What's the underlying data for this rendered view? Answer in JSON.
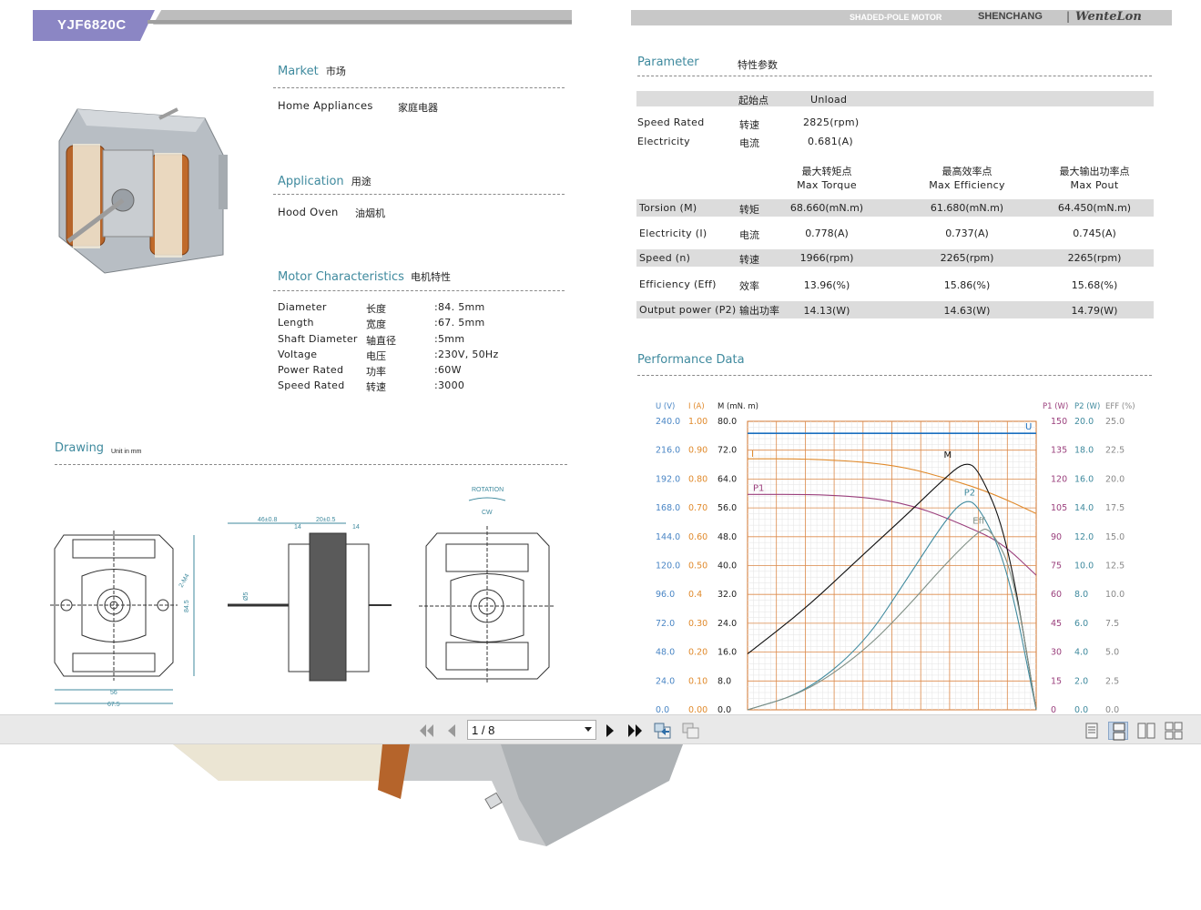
{
  "header": {
    "model": "YJF6820C",
    "brand_left": "SHADED-POLE MOTOR",
    "brand_main": "SHENCHANG",
    "brand_sep": "|",
    "brand_script": "WenteLon"
  },
  "market": {
    "title_en": "Market",
    "title_cn": "市场",
    "value_en": "Home Appliances",
    "value_cn": "家庭电器"
  },
  "application": {
    "title_en": "Application",
    "title_cn": "用途",
    "value_en": "Hood Oven",
    "value_cn": "油烟机"
  },
  "characteristics": {
    "title_en": "Motor Characteristics",
    "title_cn": "电机特性",
    "rows": [
      {
        "en": "Diameter",
        "cn": "长度",
        "val": ":84. 5mm"
      },
      {
        "en": "Length",
        "cn": "宽度",
        "val": ":67. 5mm"
      },
      {
        "en": "Shaft Diameter",
        "cn": "轴直径",
        "val": ":5mm"
      },
      {
        "en": "Voltage",
        "cn": "电压",
        "val": ":230V, 50Hz"
      },
      {
        "en": "Power Rated",
        "cn": "功率",
        "val": ":60W"
      },
      {
        "en": "Speed Rated",
        "cn": "转速",
        "val": ":3000"
      }
    ]
  },
  "drawing": {
    "title": "Drawing",
    "unit": "Unit in mm",
    "dims": {
      "d1": "46±0.8",
      "d2": "20±0.5",
      "d3": "14",
      "d4": "14",
      "d5": "56",
      "d6": "67.5",
      "d7": "84.5",
      "d8": "2-M4",
      "d9": "Ø5",
      "rotation": "ROTATION",
      "cw": "CW"
    }
  },
  "parameter": {
    "title_en": "Parameter",
    "title_cn": "特性参数",
    "start_cn": "起始点",
    "start_en": "Unload",
    "unload_rows": [
      {
        "en": "Speed Rated",
        "cn": "转速",
        "val": "2825(rpm)"
      },
      {
        "en": "Electricity",
        "cn": "电流",
        "val": "0.681(A)"
      }
    ],
    "columns": [
      {
        "cn": "最大转矩点",
        "en": "Max Torque"
      },
      {
        "cn": "最高效率点",
        "en": "Max Efficiency"
      },
      {
        "cn": "最大输出功率点",
        "en": "Max Pout"
      }
    ],
    "rows": [
      {
        "en": "Torsion (M)",
        "cn": "转矩",
        "v1": "68.660(mN.m)",
        "v2": "61.680(mN.m)",
        "v3": "64.450(mN.m)"
      },
      {
        "en": "Electricity (I)",
        "cn": "电流",
        "v1": "0.778(A)",
        "v2": "0.737(A)",
        "v3": "0.745(A)"
      },
      {
        "en": "Speed (n)",
        "cn": "转速",
        "v1": "1966(rpm)",
        "v2": "2265(rpm)",
        "v3": "2265(rpm)"
      },
      {
        "en": "Efficiency (Eff)",
        "cn": "效率",
        "v1": "13.96(%)",
        "v2": "15.86(%)",
        "v3": "15.68(%)"
      },
      {
        "en": "Output power (P2)",
        "cn": "输出功率",
        "v1": "14.13(W)",
        "v2": "14.63(W)",
        "v3": "14.79(W)"
      }
    ]
  },
  "performance": {
    "title": "Performance Data"
  },
  "chart_data": {
    "type": "line",
    "axes_left": {
      "U": {
        "label": "U (V)",
        "ticks": [
          "240.0",
          "216.0",
          "192.0",
          "168.0",
          "144.0",
          "120.0",
          "96.0",
          "72.0",
          "48.0",
          "24.0",
          "0.0"
        ],
        "color": "#4a86c5"
      },
      "I": {
        "label": "I (A)",
        "ticks": [
          "1.00",
          "0.90",
          "0.80",
          "0.70",
          "0.60",
          "0.50",
          "0.4",
          "0.30",
          "0.20",
          "0.10",
          "0.00"
        ],
        "color": "#e08a2c"
      },
      "M": {
        "label": "M (mN. m)",
        "ticks": [
          "80.0",
          "72.0",
          "64.0",
          "56.0",
          "48.0",
          "40.0",
          "32.0",
          "24.0",
          "16.0",
          "8.0",
          "0.0"
        ],
        "color": "#222222"
      }
    },
    "axes_right": {
      "P1": {
        "label": "P1 (W)",
        "ticks": [
          "150",
          "135",
          "120",
          "105",
          "90",
          "75",
          "60",
          "45",
          "30",
          "15",
          "0"
        ],
        "color": "#9a3f7c"
      },
      "P2": {
        "label": "P2 (W)",
        "ticks": [
          "20.0",
          "18.0",
          "16.0",
          "14.0",
          "12.0",
          "10.0",
          "8.0",
          "6.0",
          "4.0",
          "2.0",
          "0.0"
        ],
        "color": "#3f8a9e"
      },
      "EFF": {
        "label": "EFF (%)",
        "ticks": [
          "25.0",
          "22.5",
          "20.0",
          "17.5",
          "15.0",
          "12.5",
          "10.0",
          "7.5",
          "5.0",
          "2.5",
          "0.0"
        ],
        "color": "#888888"
      }
    },
    "grid": true,
    "series": [
      {
        "name": "U",
        "color": "#1a6fc0",
        "x": [
          0,
          100
        ],
        "values": [
          230,
          230
        ]
      },
      {
        "name": "I",
        "color": "#e08a2c",
        "x": [
          0,
          20,
          40,
          55,
          70,
          85,
          100
        ],
        "values": [
          0.87,
          0.87,
          0.86,
          0.84,
          0.8,
          0.75,
          0.68
        ]
      },
      {
        "name": "P1",
        "color": "#9a3f7c",
        "x": [
          0,
          25,
          45,
          60,
          75,
          88,
          100
        ],
        "values": [
          112,
          112,
          110,
          105,
          96,
          87,
          70
        ]
      },
      {
        "name": "M",
        "color": "#111111",
        "x": [
          0,
          20,
          40,
          55,
          68,
          75,
          80,
          90,
          100
        ],
        "values": [
          15.5,
          28,
          43,
          54,
          64,
          68.7,
          67,
          48,
          0
        ]
      },
      {
        "name": "P2",
        "color": "#3f8a9e",
        "x": [
          0,
          20,
          40,
          55,
          68,
          75,
          80,
          90,
          100
        ],
        "values": [
          0,
          1.2,
          4.5,
          9,
          13,
          14.6,
          14.2,
          10,
          0
        ]
      },
      {
        "name": "Eff",
        "color": "#7f8f85",
        "x": [
          0,
          20,
          40,
          55,
          68,
          80,
          84,
          92,
          100
        ],
        "values": [
          0,
          1.5,
          5,
          8.8,
          12.5,
          15.5,
          15.8,
          12,
          0
        ]
      }
    ]
  },
  "viewer": {
    "page_value": "1 / 8"
  }
}
